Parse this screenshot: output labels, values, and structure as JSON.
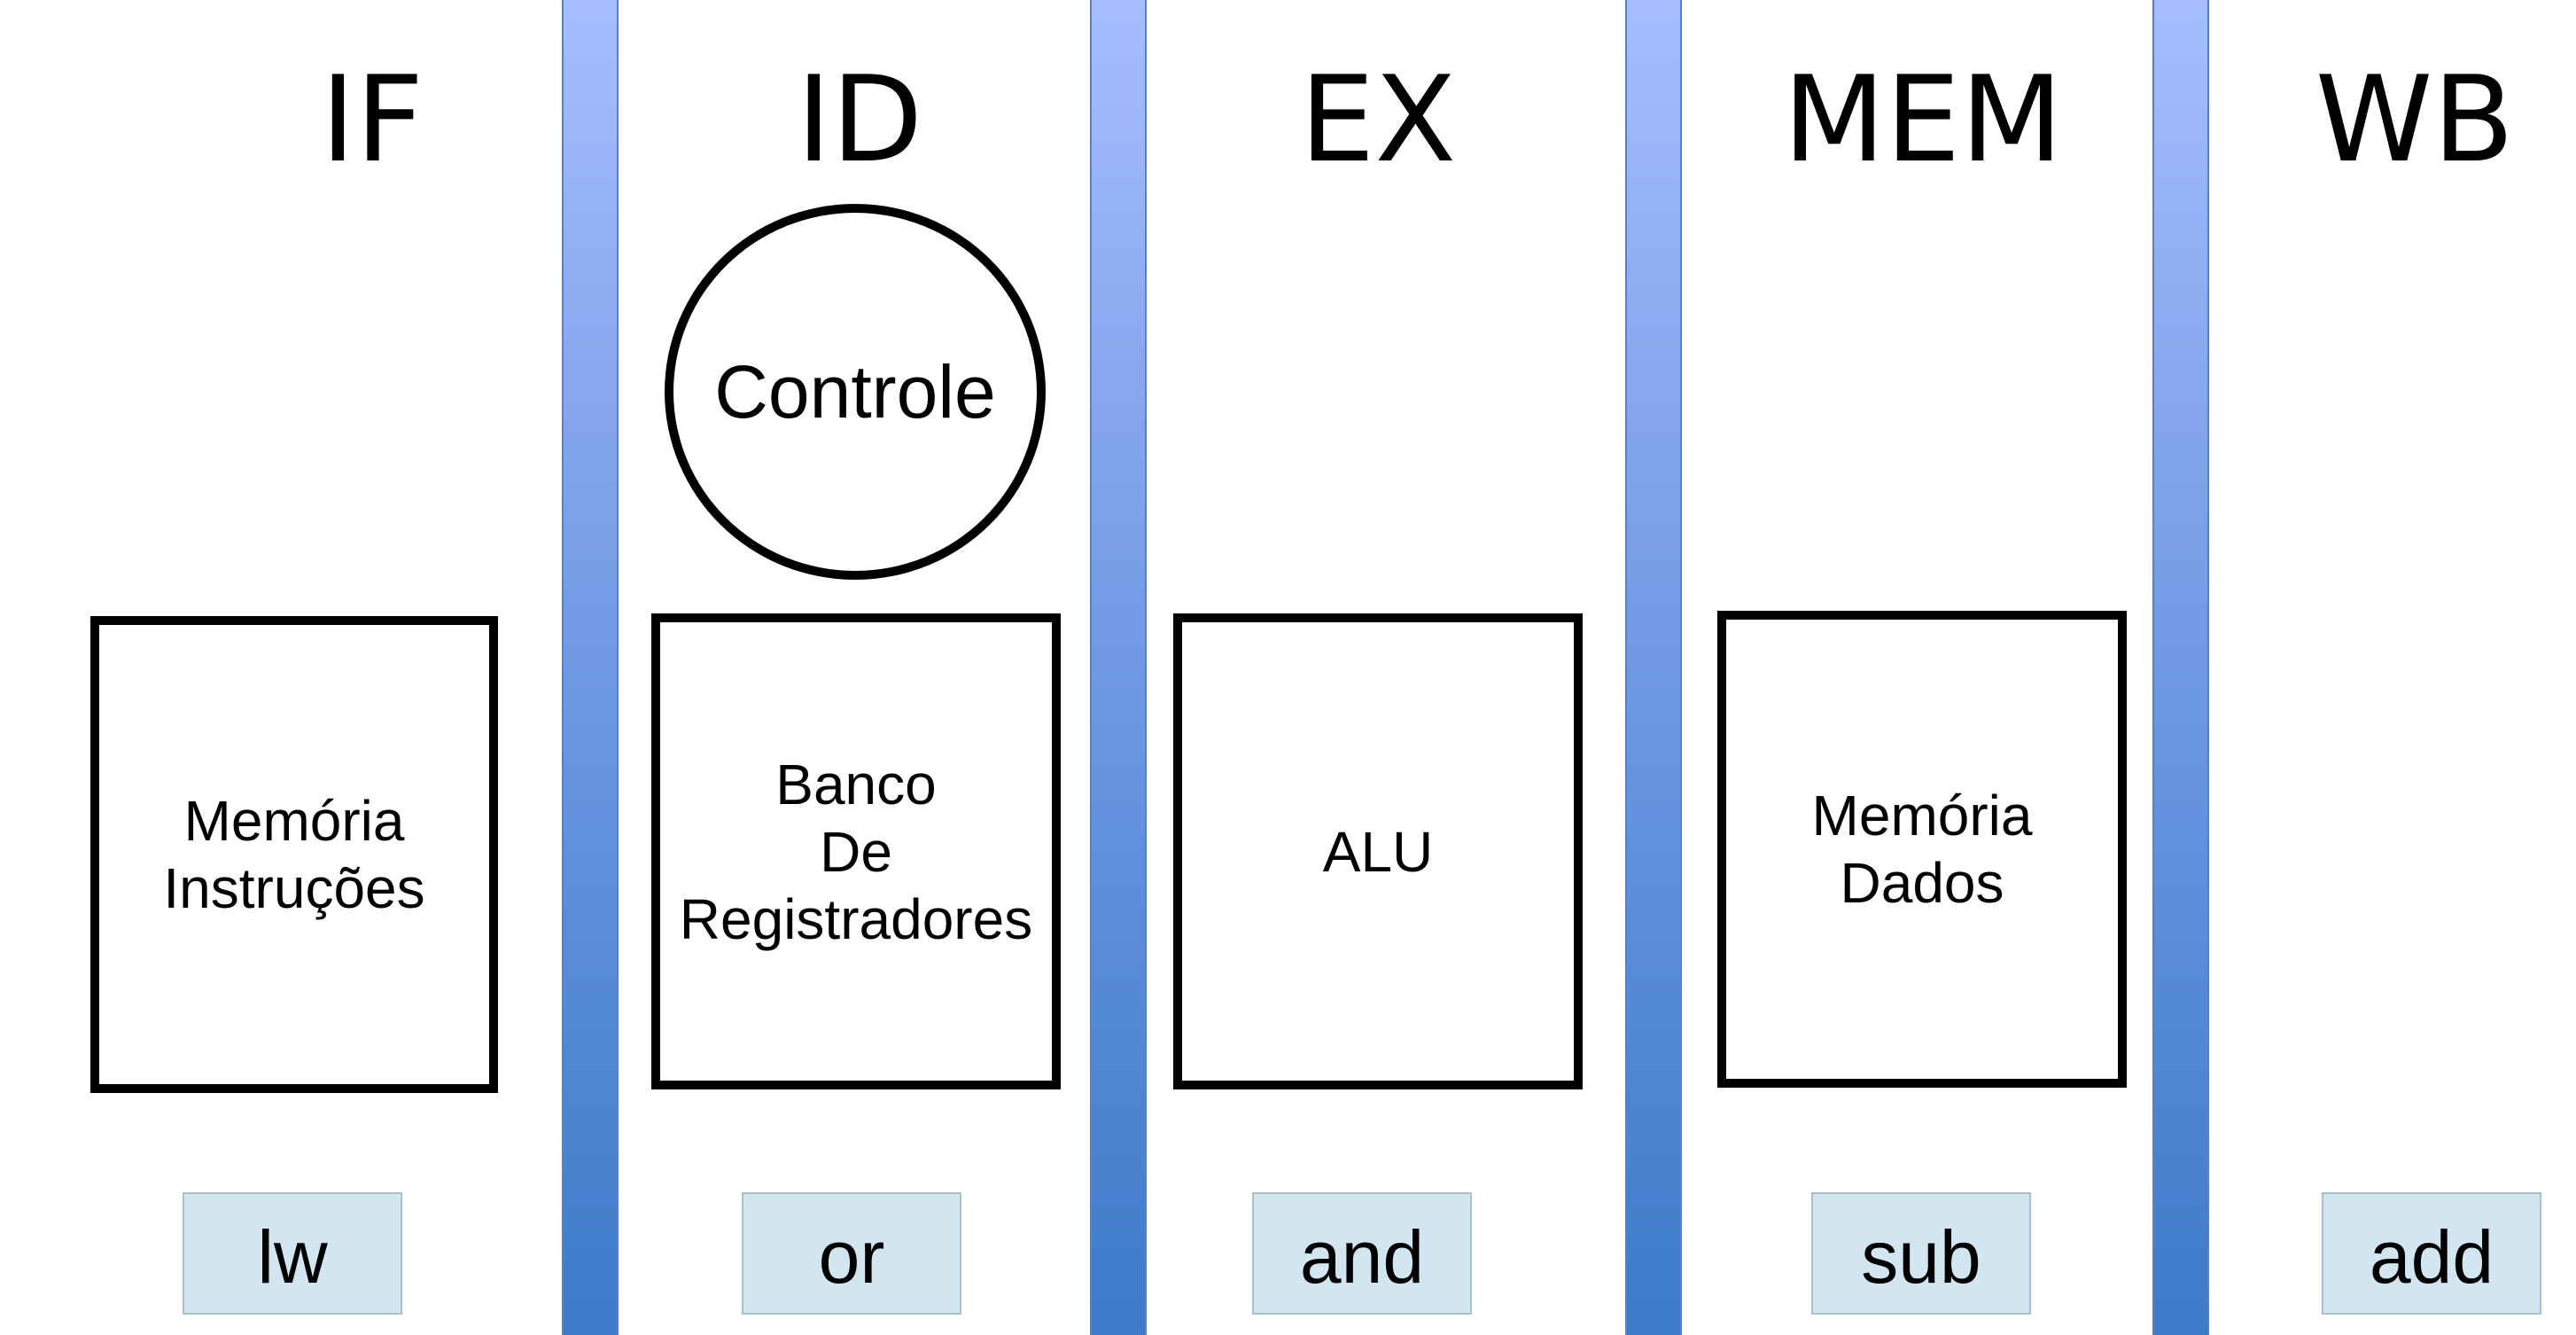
{
  "stages": {
    "if": "IF",
    "id": "ID",
    "ex": "EX",
    "mem": "MEM",
    "wb": "WB"
  },
  "blocks": {
    "instruction_memory": "Memória\nInstruções",
    "register_bank": "Banco\nDe\nRegistradores",
    "alu": "ALU",
    "data_memory": "Memória\nDados",
    "control": "Controle"
  },
  "instructions": {
    "if": "lw",
    "id": "or",
    "ex": "and",
    "mem": "sub",
    "wb": "add"
  },
  "colors": {
    "pipeline_register_top": "#a6beff",
    "pipeline_register_bottom": "#3d7ac8",
    "instruction_box": "#d2e6f2",
    "block_border": "#000000"
  }
}
